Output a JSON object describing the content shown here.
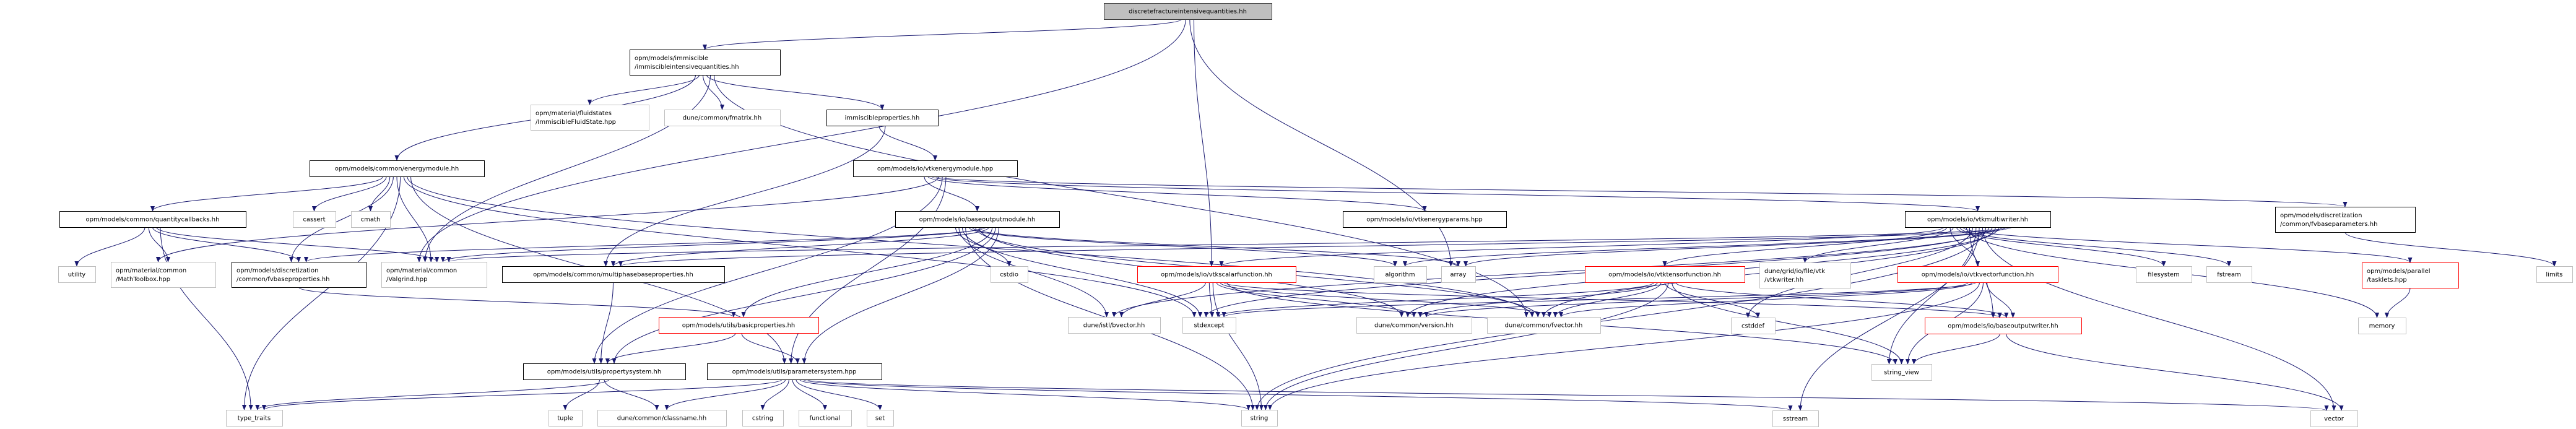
{
  "graph": {
    "edge_color": "#191970",
    "nodes": [
      {
        "id": "root",
        "kind": "root",
        "lines": [
          "discretefractureintensivequantities.hh"
        ]
      },
      {
        "id": "imm_iq",
        "kind": "doc",
        "lines": [
          "opm/models/immiscible",
          "/immiscibleintensivequantities.hh"
        ]
      },
      {
        "id": "fluidstate",
        "kind": "ext",
        "lines": [
          "opm/material/fluidstates",
          "/ImmiscibleFluidState.hpp"
        ]
      },
      {
        "id": "fmatrix",
        "kind": "ext",
        "lines": [
          "dune/common/fmatrix.hh"
        ]
      },
      {
        "id": "immprops",
        "kind": "doc",
        "lines": [
          "immiscibleproperties.hh"
        ]
      },
      {
        "id": "energymodule",
        "kind": "doc",
        "lines": [
          "opm/models/common/energymodule.hh"
        ]
      },
      {
        "id": "vtkenergymodule",
        "kind": "doc",
        "lines": [
          "opm/models/io/vtkenergymodule.hpp"
        ]
      },
      {
        "id": "quantitycallbacks",
        "kind": "doc",
        "lines": [
          "opm/models/common/quantitycallbacks.hh"
        ]
      },
      {
        "id": "cassert",
        "kind": "ext",
        "lines": [
          "cassert"
        ]
      },
      {
        "id": "cmath",
        "kind": "ext",
        "lines": [
          "cmath"
        ]
      },
      {
        "id": "baseoutputmodule",
        "kind": "doc",
        "lines": [
          "opm/models/io/baseoutputmodule.hh"
        ]
      },
      {
        "id": "vtkenergyparams",
        "kind": "doc",
        "lines": [
          "opm/models/io/vtkenergyparams.hpp"
        ]
      },
      {
        "id": "vtkmultiwriter",
        "kind": "doc",
        "lines": [
          "opm/models/io/vtkmultiwriter.hh"
        ]
      },
      {
        "id": "fvbaseparameters",
        "kind": "doc",
        "lines": [
          "opm/models/discretization",
          "/common/fvbaseparameters.hh"
        ]
      },
      {
        "id": "utility",
        "kind": "ext",
        "lines": [
          "utility"
        ]
      },
      {
        "id": "mathtoolbox",
        "kind": "ext",
        "lines": [
          "opm/material/common",
          "/MathToolbox.hpp"
        ]
      },
      {
        "id": "fvbaseproperties",
        "kind": "doc",
        "lines": [
          "opm/models/discretization",
          "/common/fvbaseproperties.hh"
        ]
      },
      {
        "id": "valgrind",
        "kind": "ext",
        "lines": [
          "opm/material/common",
          "/Valgrind.hpp"
        ]
      },
      {
        "id": "multiphase",
        "kind": "doc",
        "lines": [
          "opm/models/common/multiphasebaseproperties.hh"
        ]
      },
      {
        "id": "cstdio",
        "kind": "ext",
        "lines": [
          "cstdio"
        ]
      },
      {
        "id": "vtkscalar",
        "kind": "trunc",
        "lines": [
          "opm/models/io/vtkscalarfunction.hh"
        ]
      },
      {
        "id": "algorithm",
        "kind": "ext",
        "lines": [
          "algorithm"
        ]
      },
      {
        "id": "array",
        "kind": "ext",
        "lines": [
          "array"
        ]
      },
      {
        "id": "vtktensor",
        "kind": "trunc",
        "lines": [
          "opm/models/io/vtktensorfunction.hh"
        ]
      },
      {
        "id": "vtkwriter",
        "kind": "ext",
        "lines": [
          "dune/grid/io/file/vtk",
          "/vtkwriter.hh"
        ]
      },
      {
        "id": "vtkvector",
        "kind": "trunc",
        "lines": [
          "opm/models/io/vtkvectorfunction.hh"
        ]
      },
      {
        "id": "filesystem",
        "kind": "ext",
        "lines": [
          "filesystem"
        ]
      },
      {
        "id": "fstream",
        "kind": "ext",
        "lines": [
          "fstream"
        ]
      },
      {
        "id": "tasklets",
        "kind": "trunc",
        "lines": [
          "opm/models/parallel",
          "/tasklets.hpp"
        ]
      },
      {
        "id": "limits",
        "kind": "ext",
        "lines": [
          "limits"
        ]
      },
      {
        "id": "basicprops",
        "kind": "trunc",
        "lines": [
          "opm/models/utils/basicproperties.hh"
        ]
      },
      {
        "id": "bvector",
        "kind": "ext",
        "lines": [
          "dune/istl/bvector.hh"
        ]
      },
      {
        "id": "stdexcept",
        "kind": "ext",
        "lines": [
          "stdexcept"
        ]
      },
      {
        "id": "version",
        "kind": "ext",
        "lines": [
          "dune/common/version.hh"
        ]
      },
      {
        "id": "fvector",
        "kind": "ext",
        "lines": [
          "dune/common/fvector.hh"
        ]
      },
      {
        "id": "cstddef",
        "kind": "ext",
        "lines": [
          "cstddef"
        ]
      },
      {
        "id": "baseoutputwriter",
        "kind": "trunc",
        "lines": [
          "opm/models/io/baseoutputwriter.hh"
        ]
      },
      {
        "id": "memory",
        "kind": "ext",
        "lines": [
          "memory"
        ]
      },
      {
        "id": "propertysystem",
        "kind": "doc",
        "lines": [
          "opm/models/utils/propertysystem.hh"
        ]
      },
      {
        "id": "parametersystem",
        "kind": "doc",
        "lines": [
          "opm/models/utils/parametersystem.hpp"
        ]
      },
      {
        "id": "string_view",
        "kind": "ext",
        "lines": [
          "string_view"
        ]
      },
      {
        "id": "type_traits",
        "kind": "ext",
        "lines": [
          "type_traits"
        ]
      },
      {
        "id": "tuple",
        "kind": "ext",
        "lines": [
          "tuple"
        ]
      },
      {
        "id": "classname",
        "kind": "ext",
        "lines": [
          "dune/common/classname.hh"
        ]
      },
      {
        "id": "cstring",
        "kind": "ext",
        "lines": [
          "cstring"
        ]
      },
      {
        "id": "functional",
        "kind": "ext",
        "lines": [
          "functional"
        ]
      },
      {
        "id": "set",
        "kind": "ext",
        "lines": [
          "set"
        ]
      },
      {
        "id": "string",
        "kind": "ext",
        "lines": [
          "string"
        ]
      },
      {
        "id": "sstream",
        "kind": "ext",
        "lines": [
          "sstream"
        ]
      },
      {
        "id": "vector",
        "kind": "ext",
        "lines": [
          "vector"
        ]
      }
    ],
    "edges": [
      [
        "root",
        "imm_iq"
      ],
      [
        "root",
        "valgrind"
      ],
      [
        "root",
        "array"
      ],
      [
        "root",
        "vtkscalar"
      ],
      [
        "imm_iq",
        "energymodule"
      ],
      [
        "imm_iq",
        "fluidstate"
      ],
      [
        "imm_iq",
        "fmatrix"
      ],
      [
        "imm_iq",
        "immprops"
      ],
      [
        "imm_iq",
        "valgrind"
      ],
      [
        "imm_iq",
        "fvector"
      ],
      [
        "immprops",
        "vtkenergymodule"
      ],
      [
        "immprops",
        "multiphase"
      ],
      [
        "energymodule",
        "quantitycallbacks"
      ],
      [
        "energymodule",
        "cassert"
      ],
      [
        "energymodule",
        "cmath"
      ],
      [
        "energymodule",
        "fvbaseproperties"
      ],
      [
        "energymodule",
        "valgrind"
      ],
      [
        "energymodule",
        "type_traits"
      ],
      [
        "energymodule",
        "stdexcept"
      ],
      [
        "energymodule",
        "fvector"
      ],
      [
        "energymodule",
        "parametersystem"
      ],
      [
        "vtkenergymodule",
        "baseoutputmodule"
      ],
      [
        "vtkenergymodule",
        "vtkenergyparams"
      ],
      [
        "vtkenergymodule",
        "vtkmultiwriter"
      ],
      [
        "vtkenergymodule",
        "fvbaseparameters"
      ],
      [
        "vtkenergymodule",
        "mathtoolbox"
      ],
      [
        "vtkenergymodule",
        "propertysystem"
      ],
      [
        "vtkenergymodule",
        "parametersystem"
      ],
      [
        "quantitycallbacks",
        "utility"
      ],
      [
        "quantitycallbacks",
        "mathtoolbox"
      ],
      [
        "quantitycallbacks",
        "fvbaseproperties"
      ],
      [
        "quantitycallbacks",
        "valgrind"
      ],
      [
        "quantitycallbacks",
        "type_traits"
      ],
      [
        "fvbaseproperties",
        "basicprops"
      ],
      [
        "multiphase",
        "propertysystem"
      ],
      [
        "basicprops",
        "propertysystem"
      ],
      [
        "basicprops",
        "parametersystem"
      ],
      [
        "propertysystem",
        "tuple"
      ],
      [
        "propertysystem",
        "classname"
      ],
      [
        "propertysystem",
        "type_traits"
      ],
      [
        "parametersystem",
        "type_traits"
      ],
      [
        "parametersystem",
        "classname"
      ],
      [
        "parametersystem",
        "cstring"
      ],
      [
        "parametersystem",
        "functional"
      ],
      [
        "parametersystem",
        "set"
      ],
      [
        "parametersystem",
        "string"
      ],
      [
        "parametersystem",
        "sstream"
      ],
      [
        "parametersystem",
        "vector"
      ],
      [
        "baseoutputmodule",
        "cstdio"
      ],
      [
        "baseoutputmodule",
        "bvector"
      ],
      [
        "baseoutputmodule",
        "stdexcept"
      ],
      [
        "baseoutputmodule",
        "string"
      ],
      [
        "baseoutputmodule",
        "algorithm"
      ],
      [
        "baseoutputmodule",
        "array"
      ],
      [
        "baseoutputmodule",
        "fvector"
      ],
      [
        "baseoutputmodule",
        "version"
      ],
      [
        "baseoutputmodule",
        "valgrind"
      ],
      [
        "baseoutputmodule",
        "fvbaseproperties"
      ],
      [
        "baseoutputmodule",
        "multiphase"
      ],
      [
        "baseoutputmodule",
        "basicprops"
      ],
      [
        "baseoutputmodule",
        "propertysystem"
      ],
      [
        "baseoutputmodule",
        "parametersystem"
      ],
      [
        "vtkmultiwriter",
        "vtkscalar"
      ],
      [
        "vtkmultiwriter",
        "vtktensor"
      ],
      [
        "vtkmultiwriter",
        "vtkvector"
      ],
      [
        "vtkmultiwriter",
        "vtkwriter"
      ],
      [
        "vtkmultiwriter",
        "filesystem"
      ],
      [
        "vtkmultiwriter",
        "fstream"
      ],
      [
        "vtkmultiwriter",
        "tasklets"
      ],
      [
        "vtkmultiwriter",
        "memory"
      ],
      [
        "vtkmultiwriter",
        "baseoutputwriter"
      ],
      [
        "vtkmultiwriter",
        "cstddef"
      ],
      [
        "vtkmultiwriter",
        "string_view"
      ],
      [
        "vtkmultiwriter",
        "sstream"
      ],
      [
        "vtkmultiwriter",
        "vector"
      ],
      [
        "vtkmultiwriter",
        "string"
      ],
      [
        "vtkmultiwriter",
        "stdexcept"
      ],
      [
        "vtkmultiwriter",
        "bvector"
      ],
      [
        "vtkmultiwriter",
        "fvector"
      ],
      [
        "vtkmultiwriter",
        "version"
      ],
      [
        "vtkmultiwriter",
        "algorithm"
      ],
      [
        "vtkmultiwriter",
        "array"
      ],
      [
        "vtkmultiwriter",
        "valgrind"
      ],
      [
        "vtkmultiwriter",
        "multiphase"
      ],
      [
        "vtkscalar",
        "bvector"
      ],
      [
        "vtkscalar",
        "stdexcept"
      ],
      [
        "vtkscalar",
        "string"
      ],
      [
        "vtkscalar",
        "version"
      ],
      [
        "vtkscalar",
        "fvector"
      ],
      [
        "vtkscalar",
        "baseoutputwriter"
      ],
      [
        "vtkscalar",
        "string_view"
      ],
      [
        "vtktensor",
        "stdexcept"
      ],
      [
        "vtktensor",
        "version"
      ],
      [
        "vtktensor",
        "fvector"
      ],
      [
        "vtktensor",
        "cstddef"
      ],
      [
        "vtktensor",
        "string"
      ],
      [
        "vtktensor",
        "string_view"
      ],
      [
        "vtktensor",
        "baseoutputwriter"
      ],
      [
        "vtkvector",
        "version"
      ],
      [
        "vtkvector",
        "fvector"
      ],
      [
        "vtkvector",
        "stdexcept"
      ],
      [
        "vtkvector",
        "string"
      ],
      [
        "vtkvector",
        "string_view"
      ],
      [
        "vtkvector",
        "baseoutputwriter"
      ],
      [
        "baseoutputwriter",
        "string_view"
      ],
      [
        "baseoutputwriter",
        "vector"
      ],
      [
        "tasklets",
        "memory"
      ],
      [
        "fvbaseparameters",
        "limits"
      ]
    ]
  }
}
